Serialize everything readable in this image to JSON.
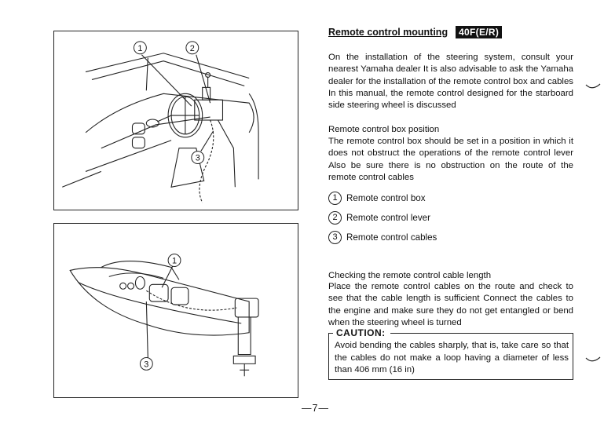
{
  "section": {
    "title": "Remote control mounting",
    "badge": "40F(E/R)"
  },
  "intro": "On the installation of the steering system, consult your nearest Yamaha dealer It is also advisable to ask the Yamaha dealer for the installation of the remote control box and cables In this manual, the remote control designed for the starboard side steering wheel is discussed",
  "box_position": {
    "heading": "Remote control box position",
    "text": "The remote control box should be set in a position in which it does not obstruct the operations of the remote control lever Also be sure there is no obstruction on the route of the remote control cables"
  },
  "legend": [
    {
      "num": "1",
      "label": "Remote control box"
    },
    {
      "num": "2",
      "label": "Remote control lever"
    },
    {
      "num": "3",
      "label": "Remote control cables"
    }
  ],
  "cable_length": {
    "heading": "Checking the remote control cable length",
    "text": "Place the remote control cables on the route and check to see that the cable length is sufficient Connect the cables to the engine and make sure they do not get entangled or bend when the steering wheel is turned"
  },
  "caution": {
    "label": "CAUTION:",
    "text": "Avoid bending the cables sharply, that is, take care so that the cables do not make a loop having a diameter of less than 406 mm (16 in)"
  },
  "figures": {
    "top": {
      "callouts": [
        "1",
        "2",
        "3"
      ]
    },
    "bottom": {
      "callouts": [
        "1",
        "3"
      ]
    }
  },
  "page_number": "—7—"
}
